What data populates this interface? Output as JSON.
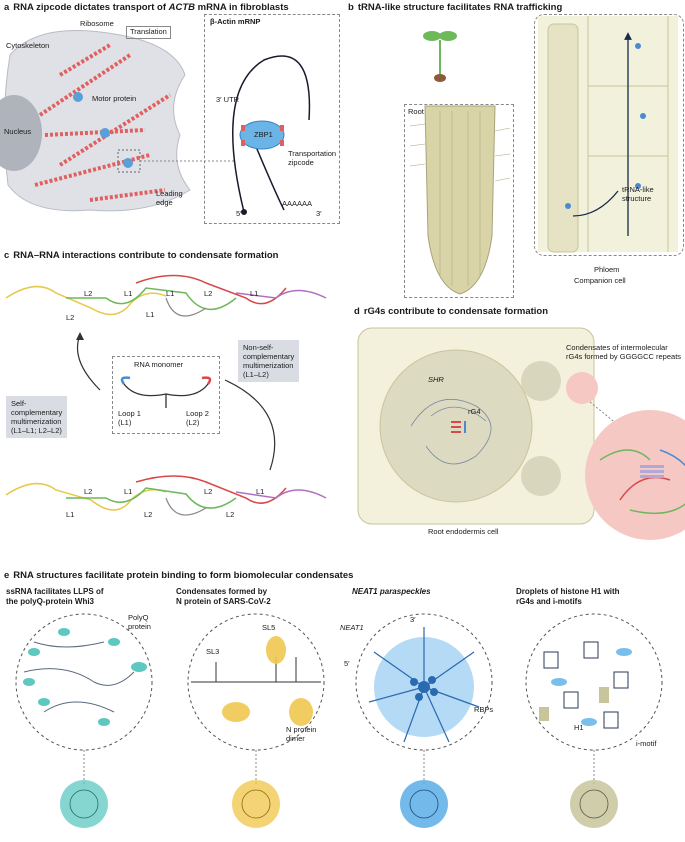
{
  "panel_a": {
    "letter": "a",
    "title_pre": "RNA zipcode dictates transport of ",
    "title_gene": "ACTB",
    "title_post": " mRNA in fibroblasts",
    "labels": {
      "ribosome": "Ribosome",
      "translation": "Translation",
      "cytoskeleton": "Cytoskeleton",
      "motor_protein": "Motor protein",
      "nucleus": "Nucleus",
      "leading_edge": "Leading\nedge",
      "mrnp_title": "β-Actin mRNP",
      "utr": "3′ UTR",
      "zbp1": "ZBP1",
      "zipcode": "Transportation\nzipcode",
      "five_prime": "5′",
      "polya": "AAAAAA",
      "three_prime": "3′"
    }
  },
  "panel_b": {
    "letter": "b",
    "title": "tRNA-like structure facilitates RNA trafficking",
    "labels": {
      "root": "Root",
      "trna_like": "tRNA-like\nstructure",
      "phloem": "Phloem",
      "companion": "Companion cell"
    }
  },
  "panel_c": {
    "letter": "c",
    "title": "RNA–RNA interactions contribute to condensate formation",
    "labels": {
      "l1": "L1",
      "l2": "L2",
      "monomer": "RNA monomer",
      "loop1": "Loop 1\n(L1)",
      "loop2": "Loop 2\n(L2)",
      "self_comp": "Self-\ncomplementary\nmultimerization\n(L1–L1; L2–L2)",
      "non_self": "Non-self-\ncomplementary\nmultimerization\n(L1–L2)"
    }
  },
  "panel_d": {
    "letter": "d",
    "title": "rG4s contribute to condensate formation",
    "labels": {
      "shr": "SHR",
      "rg4": "rG4",
      "endodermis": "Root endodermis cell",
      "condensates": "Condensates of intermolecular\nrG4s formed by GGGGCC repeats"
    }
  },
  "panel_e": {
    "letter": "e",
    "title": "RNA structures facilitate protein binding to form biomolecular condensates",
    "subpanels": [
      {
        "title": "ssRNA facilitates LLPS of\nthe polyQ-protein Whi3",
        "italic": false
      },
      {
        "title": "Condensates formed by\nN protein of SARS-CoV-2",
        "italic": false
      },
      {
        "title": "NEAT1 paraspeckles",
        "italic": true
      },
      {
        "title": "Droplets of histone H1 with\nrG4s and i-motifs",
        "italic": false
      }
    ],
    "labels": {
      "polyq": "PolyQ\nprotein",
      "sl3": "SL3",
      "sl5": "SL5",
      "n_dimer": "N protein\ndimer",
      "neat1": "NEAT1",
      "three_prime": "3′",
      "five_prime": "5′",
      "rbps": "RBPs",
      "h1": "H1",
      "imotif": "i-motif"
    }
  },
  "colors": {
    "cytoskeleton": "#e06060",
    "motor": "#5aa0d8",
    "zbp1": "#6ab4e8",
    "root": "#d8d4a8",
    "rna_yellow": "#e8c84a",
    "rna_green": "#6cb85a",
    "rna_red": "#d84848",
    "rna_purple": "#b070c0",
    "rna_blue": "#4a8ad0",
    "condensate_pink": "#f6c8c4",
    "teal": "#5cc8c0",
    "gold": "#f0c850",
    "sky": "#5aaee8",
    "olive": "#c8c49c"
  }
}
